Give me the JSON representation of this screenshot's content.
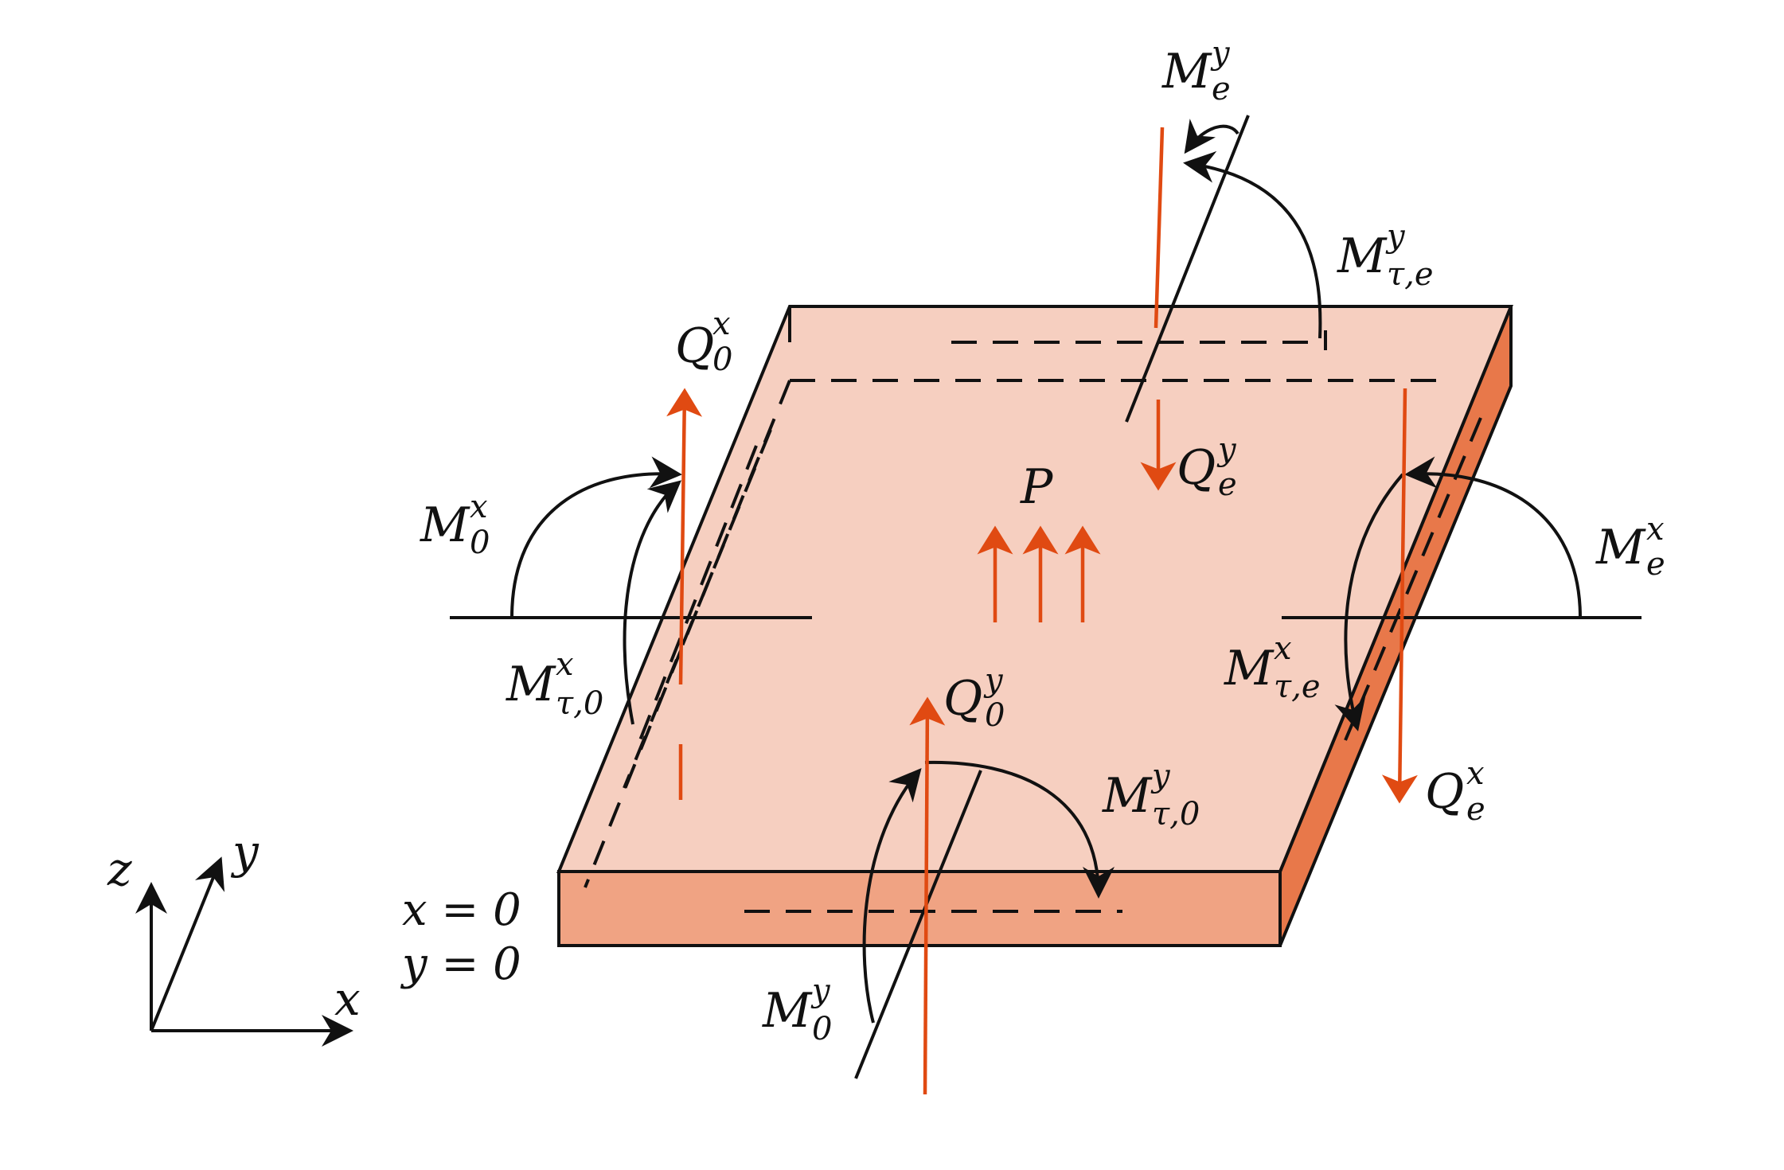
{
  "colors": {
    "plate_top": "#F6CFC0",
    "plate_front": "#F0A383",
    "plate_side": "#E8784A",
    "force": "#E04A12",
    "line": "#111111"
  },
  "labels": {
    "Q0x": {
      "sym": "Q",
      "sup": "x",
      "sub": "0"
    },
    "Qey": {
      "sym": "Q",
      "sup": "y",
      "sub": "e"
    },
    "Q0y": {
      "sym": "Q",
      "sup": "y",
      "sub": "0"
    },
    "Qex": {
      "sym": "Q",
      "sup": "x",
      "sub": "e"
    },
    "Mey": {
      "sym": "M",
      "sup": "y",
      "sub": "e"
    },
    "Mtey": {
      "sym": "M",
      "sup": "y",
      "sub": "τ,e"
    },
    "M0x": {
      "sym": "M",
      "sup": "x",
      "sub": "0"
    },
    "Mt0x": {
      "sym": "M",
      "sup": "x",
      "sub": "τ,0"
    },
    "Mex": {
      "sym": "M",
      "sup": "x",
      "sub": "e"
    },
    "Mtex": {
      "sym": "M",
      "sup": "x",
      "sub": "τ,e"
    },
    "Mt0y": {
      "sym": "M",
      "sup": "y",
      "sub": "τ,0"
    },
    "M0y": {
      "sym": "M",
      "sup": "y",
      "sub": "0"
    },
    "P": "P",
    "x_eq": "x = 0",
    "y_eq": "y = 0"
  },
  "axes": {
    "x": "x",
    "y": "y",
    "z": "z"
  }
}
